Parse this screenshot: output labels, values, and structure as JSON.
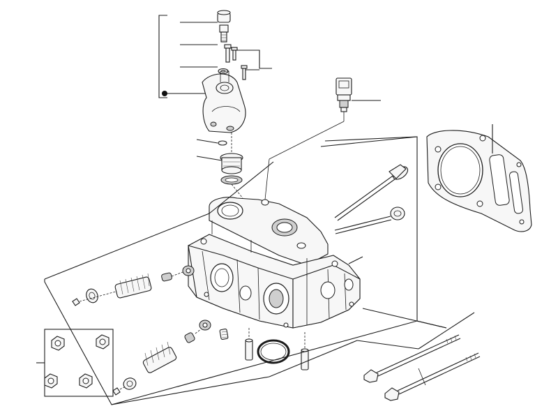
{
  "diagram": {
    "kind": "exploded-parts-view",
    "subject_icon": "engine-cylinder-head-assembly",
    "line_color": "#1a1a1a",
    "background": "#ffffff",
    "parts": [
      "cylinder-head",
      "thermostat-housing",
      "thermostat",
      "thermostat-seal",
      "bleed-screw",
      "housing-bolt",
      "temperature-sensor",
      "head-gasket",
      "intake-valve",
      "exhaust-valve",
      "valve-spring-upper",
      "valve-spring-lower",
      "valve-keeper",
      "spring-retainer",
      "valve-stem-seal",
      "valve-guide",
      "dowel-pin",
      "o-ring",
      "head-bolt",
      "flange-nut"
    ],
    "callout_marker": "filled-dot"
  }
}
